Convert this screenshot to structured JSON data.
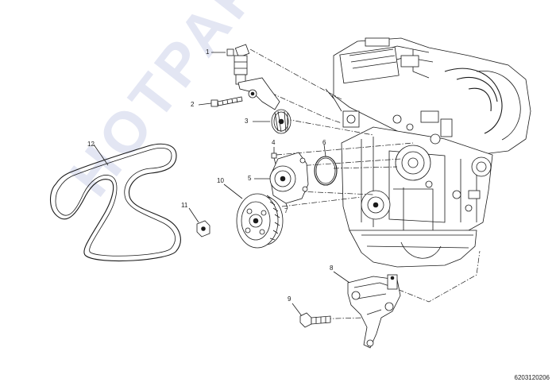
{
  "watermark": {
    "text": "HOTPARTS"
  },
  "callouts": [
    {
      "id": "1",
      "label": "1"
    },
    {
      "id": "2",
      "label": "2"
    },
    {
      "id": "3",
      "label": "3"
    },
    {
      "id": "4",
      "label": "4"
    },
    {
      "id": "5",
      "label": "5"
    },
    {
      "id": "6",
      "label": "6"
    },
    {
      "id": "7",
      "label": "7"
    },
    {
      "id": "8",
      "label": "8"
    },
    {
      "id": "9",
      "label": "9"
    },
    {
      "id": "10",
      "label": "10"
    },
    {
      "id": "11",
      "label": "11"
    },
    {
      "id": "12",
      "label": "12"
    }
  ],
  "diagram_code": "6203120206"
}
